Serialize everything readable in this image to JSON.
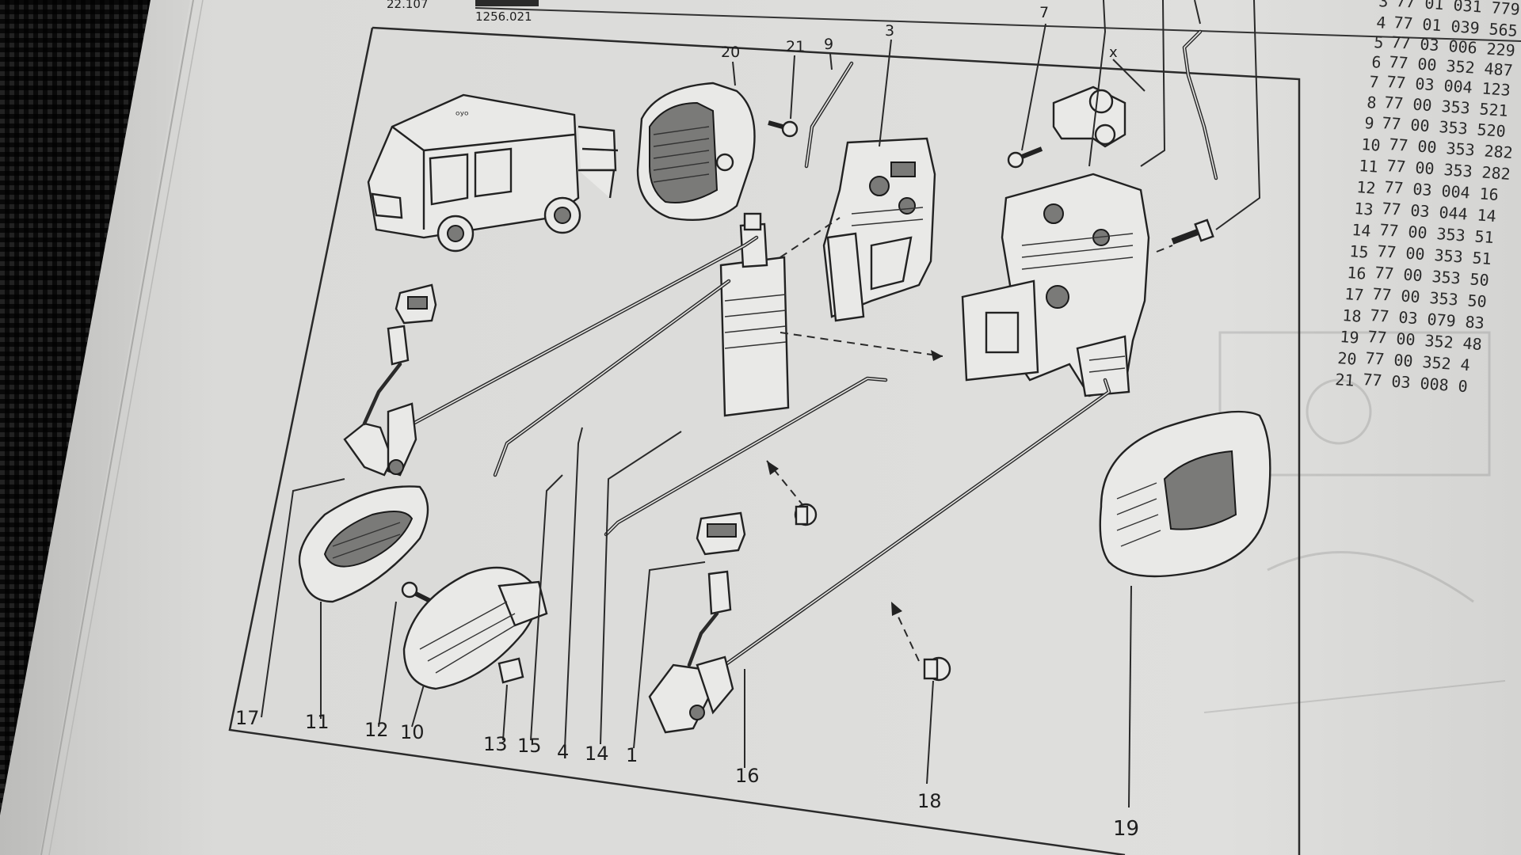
{
  "header": {
    "ref_left": "22.107",
    "ref_right": "1256.021"
  },
  "callouts": [
    "17",
    "11",
    "12",
    "10",
    "13",
    "15",
    "4",
    "14",
    "1",
    "16",
    "18",
    "19",
    "20",
    "21",
    "9",
    "3",
    "7"
  ],
  "parts_list": [
    {
      "no": "3",
      "ref": "77 01 031 779"
    },
    {
      "no": "4",
      "ref": "77 01 039 565"
    },
    {
      "no": "5",
      "ref": "77 03 006 229"
    },
    {
      "no": "6",
      "ref": "77 00 352 487"
    },
    {
      "no": "7",
      "ref": "77 03 004 123"
    },
    {
      "no": "8",
      "ref": "77 00 353 521"
    },
    {
      "no": "9",
      "ref": "77 00 353 520"
    },
    {
      "no": "10",
      "ref": "77 00 353 282"
    },
    {
      "no": "11",
      "ref": "77 00 353 282"
    },
    {
      "no": "12",
      "ref": "77 03 004 16"
    },
    {
      "no": "13",
      "ref": "77 03 044 14"
    },
    {
      "no": "14",
      "ref": "77 00 353 51"
    },
    {
      "no": "15",
      "ref": "77 00 353 51"
    },
    {
      "no": "16",
      "ref": "77 00 353 50"
    },
    {
      "no": "17",
      "ref": "77 00 353 50"
    },
    {
      "no": "18",
      "ref": "77 03 079 83"
    },
    {
      "no": "19",
      "ref": "77 00 352 48"
    },
    {
      "no": "20",
      "ref": "77 00 352 4"
    },
    {
      "no": "21",
      "ref": "77 03 008 0"
    }
  ],
  "dimension_label": "x",
  "colors": {
    "paper": "#dcdcda",
    "ink": "#222222",
    "mat_dark": "#2e2e2e"
  }
}
